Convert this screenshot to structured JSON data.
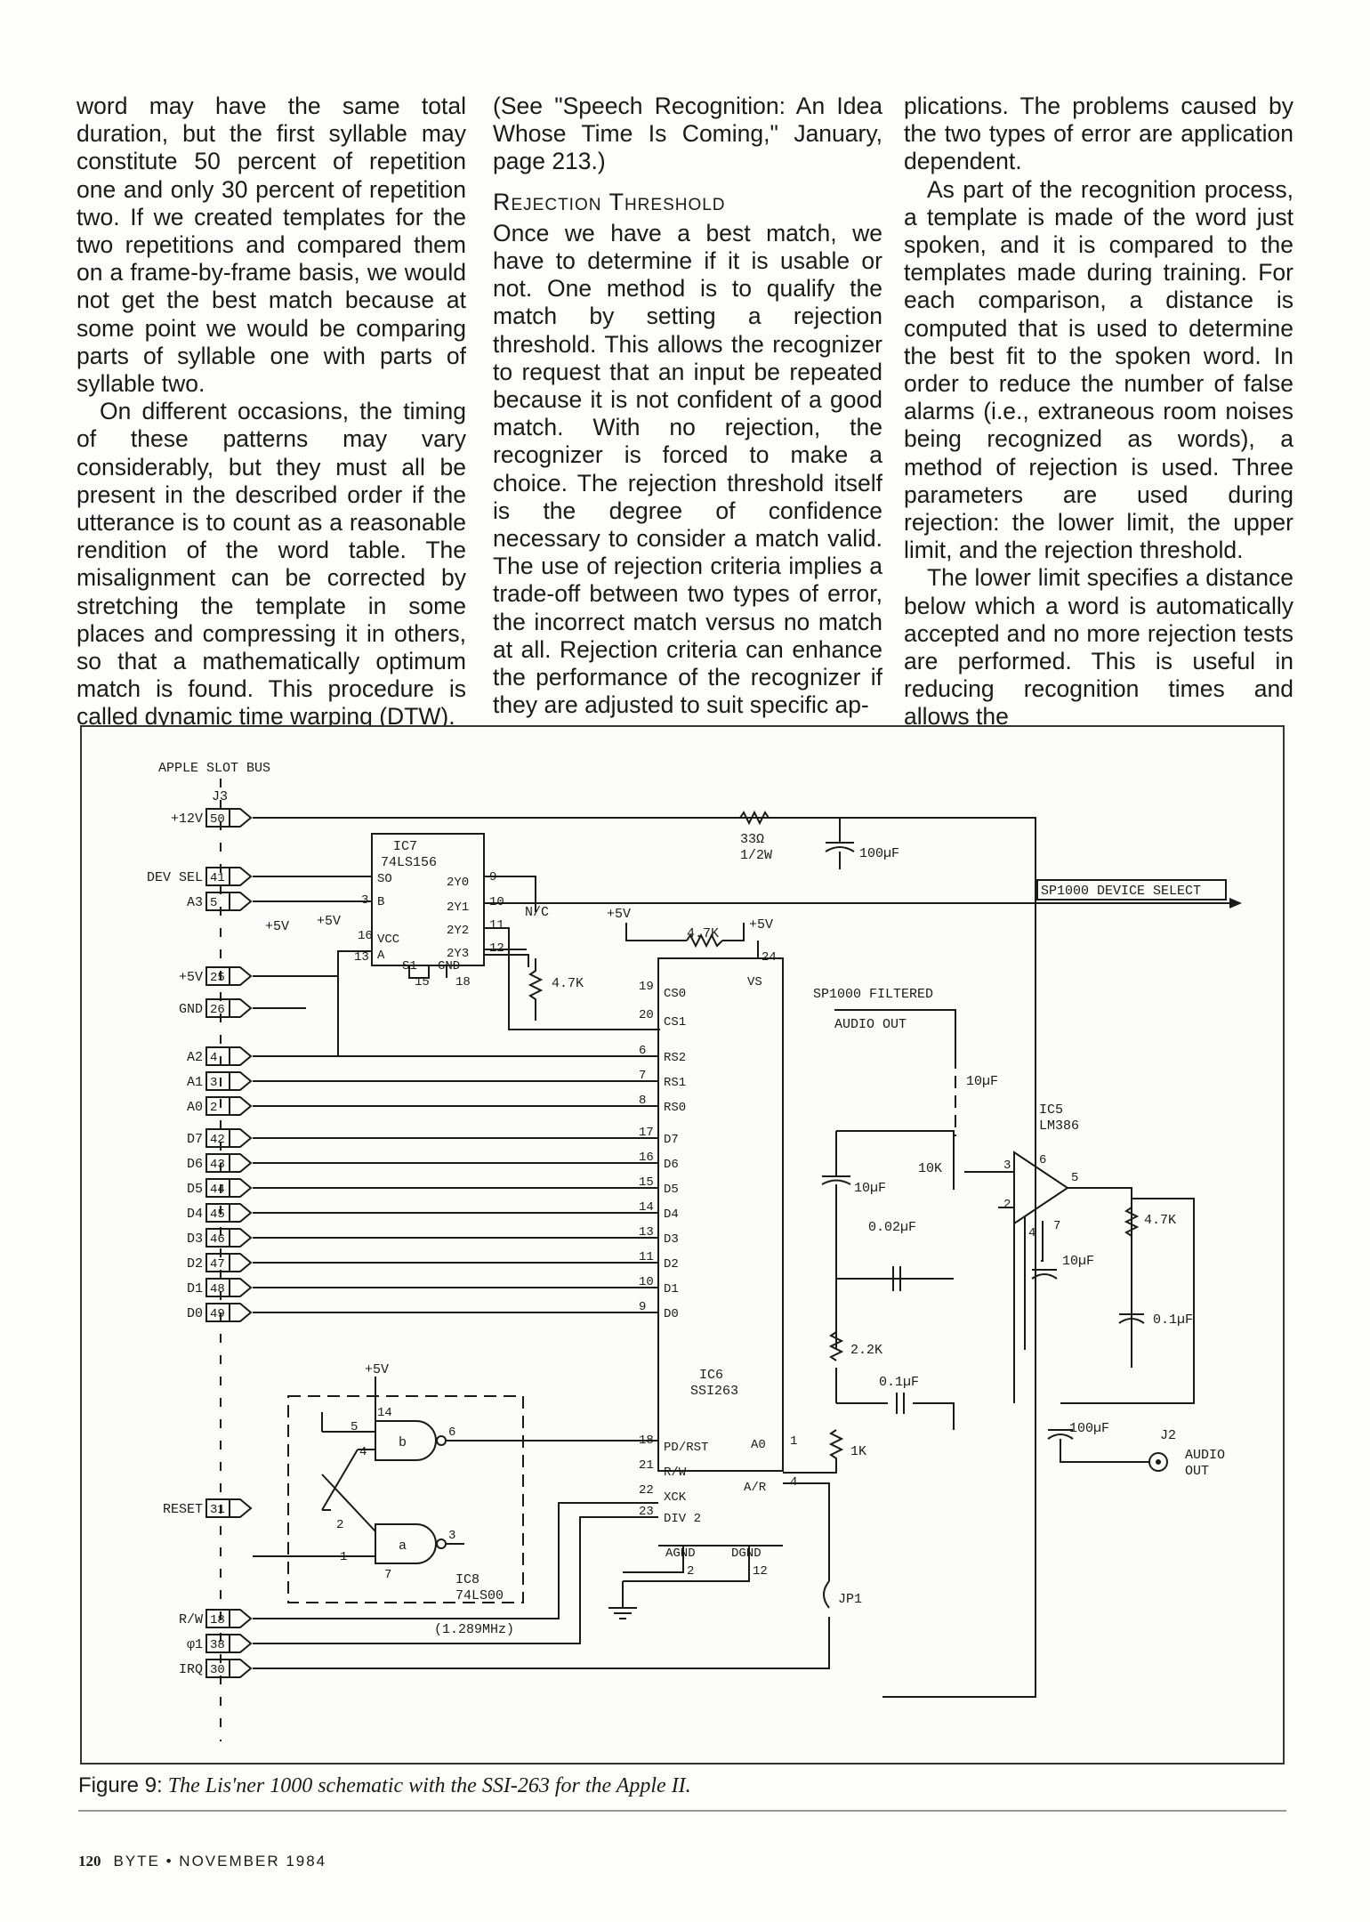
{
  "columns": {
    "col1": [
      "word may have the same total duration, but the first syllable may constitute 50 percent of repetition one and only 30 percent of repetition two. If we created templates for the two repetitions and compared them on a frame-by-frame basis, we would not get the best match because at some point we would be comparing parts of syllable one with parts of syllable two.",
      "On different occasions, the timing of these patterns may vary considerably, but they must all be present in the described order if the utterance is to count as a reasonable rendition of the word table. The misalignment can be corrected by stretching the template in some places and compressing it in others, so that a mathematically optimum match is found. This procedure is called dynamic time warping (DTW)."
    ],
    "col2_intro": "(See \"Speech Recognition: An Idea Whose Time Is Coming,\" January, page 213.)",
    "col2_heading": "Rejection Threshold",
    "col2_body": "Once we have a best match, we have to determine if it is usable or not. One method is to qualify the match by setting a rejection threshold. This allows the recognizer to request that an input be repeated because it is not confident of a good match. With no rejection, the recognizer is forced to make a choice. The rejection threshold itself is the degree of confidence necessary to consider a match valid. The use of rejection criteria implies a trade-off between two types of error, the incorrect match versus no match at all. Rejection criteria can enhance the performance of the recognizer if they are adjusted to suit specific ap-",
    "col3": [
      "plications. The problems caused by the two types of error are application dependent.",
      "As part of the recognition process, a template is made of the word just spoken, and it is compared to the templates made during training. For each comparison, a distance is computed that is used to determine the best fit to the spoken word. In order to reduce the number of false alarms (i.e., extraneous room noises being recognized as words), a method of rejection is used. Three parameters are used during rejection: the lower limit, the upper limit, and the rejection threshold.",
      "The lower limit specifies a distance below which a word is automatically accepted and no more rejection tests are performed. This is useful in reducing recognition times and allows the"
    ]
  },
  "schematic": {
    "bus_title": "APPLE SLOT BUS",
    "connector": "J3",
    "bus_pins": [
      {
        "label": "+12V",
        "num": "50"
      },
      {
        "label": "DEV SEL",
        "num": "41"
      },
      {
        "label": "A3",
        "num": "5"
      },
      {
        "label": "+5V",
        "num": "25"
      },
      {
        "label": "GND",
        "num": "26"
      },
      {
        "label": "A2",
        "num": "4"
      },
      {
        "label": "A1",
        "num": "3"
      },
      {
        "label": "A0",
        "num": "2"
      },
      {
        "label": "D7",
        "num": "42"
      },
      {
        "label": "D6",
        "num": "43"
      },
      {
        "label": "D5",
        "num": "44"
      },
      {
        "label": "D4",
        "num": "45"
      },
      {
        "label": "D3",
        "num": "46"
      },
      {
        "label": "D2",
        "num": "47"
      },
      {
        "label": "D1",
        "num": "48"
      },
      {
        "label": "D0",
        "num": "49"
      },
      {
        "label": "RESET",
        "num": "31"
      },
      {
        "label": "R/W",
        "num": "18"
      },
      {
        "label": "φ1",
        "num": "38"
      },
      {
        "label": "IRQ",
        "num": "30"
      }
    ],
    "ic7": {
      "name": "IC7",
      "part": "74LS156",
      "pins_left": [
        "SO",
        "B",
        "VCC",
        "A"
      ],
      "pins_right": [
        "2Y0",
        "2Y1",
        "2Y2",
        "2Y3"
      ],
      "bottom": [
        "S1",
        "GND"
      ],
      "nums": [
        "3",
        "16",
        "13",
        "9",
        "10",
        "11",
        "12",
        "15",
        "18"
      ]
    },
    "ic6": {
      "name": "IC6",
      "part": "SSI263",
      "left_pins": [
        "CS0",
        "CS1",
        "RS2",
        "RS1",
        "RS0",
        "D7",
        "D6",
        "D5",
        "D4",
        "D3",
        "D2",
        "D1",
        "D0",
        "PD/RST",
        "R/W",
        "XCK",
        "DIV 2"
      ],
      "left_nums": [
        "19",
        "20",
        "6",
        "7",
        "8",
        "17",
        "16",
        "15",
        "14",
        "13",
        "11",
        "10",
        "9",
        "18",
        "21",
        "22",
        "23"
      ],
      "right_pins": [
        "VS",
        "A0",
        "A/R"
      ],
      "right_nums": [
        "24",
        "1",
        "4"
      ],
      "bottom_pins": [
        "AGND",
        "DGND"
      ],
      "bottom_nums": [
        "2",
        "12"
      ]
    },
    "ic8": {
      "name": "IC8",
      "part": "74LS00",
      "gate_b": "b",
      "gate_a": "a",
      "nums": [
        "14",
        "5",
        "4",
        "6",
        "2",
        "1",
        "3",
        "7"
      ]
    },
    "ic5": {
      "name": "IC5",
      "part": "LM386",
      "nums": [
        "3",
        "2",
        "6",
        "4",
        "7",
        "5"
      ]
    },
    "labels": {
      "r33": "33Ω",
      "r33w": "1/2W",
      "c100a": "100µF",
      "dev_select": "SP1000 DEVICE SELECT",
      "nc": "N/C",
      "plus5v": "+5V",
      "r47k": "4.7K",
      "filtered": "SP1000 FILTERED",
      "audio_out_top": "AUDIO OUT",
      "c10a": "10µF",
      "c10b": "10µF",
      "r10k": "10K",
      "c002": "0.02µF",
      "r22k": "2.2K",
      "c01a": "0.1µF",
      "r1k": "1K",
      "c10c": "10µF",
      "c01b": "0.1µF",
      "c100b": "100µF",
      "j2": "J2",
      "audio_out": "AUDIO",
      "audio_out2": "OUT",
      "jp1": "JP1",
      "clock": "(1.289MHz)"
    }
  },
  "caption": {
    "label": "Figure 9:",
    "text": "The Lis'ner 1000 schematic with the SSI-263 for the Apple II."
  },
  "footer": {
    "page": "120",
    "text": "BYTE • NOVEMBER 1984"
  }
}
